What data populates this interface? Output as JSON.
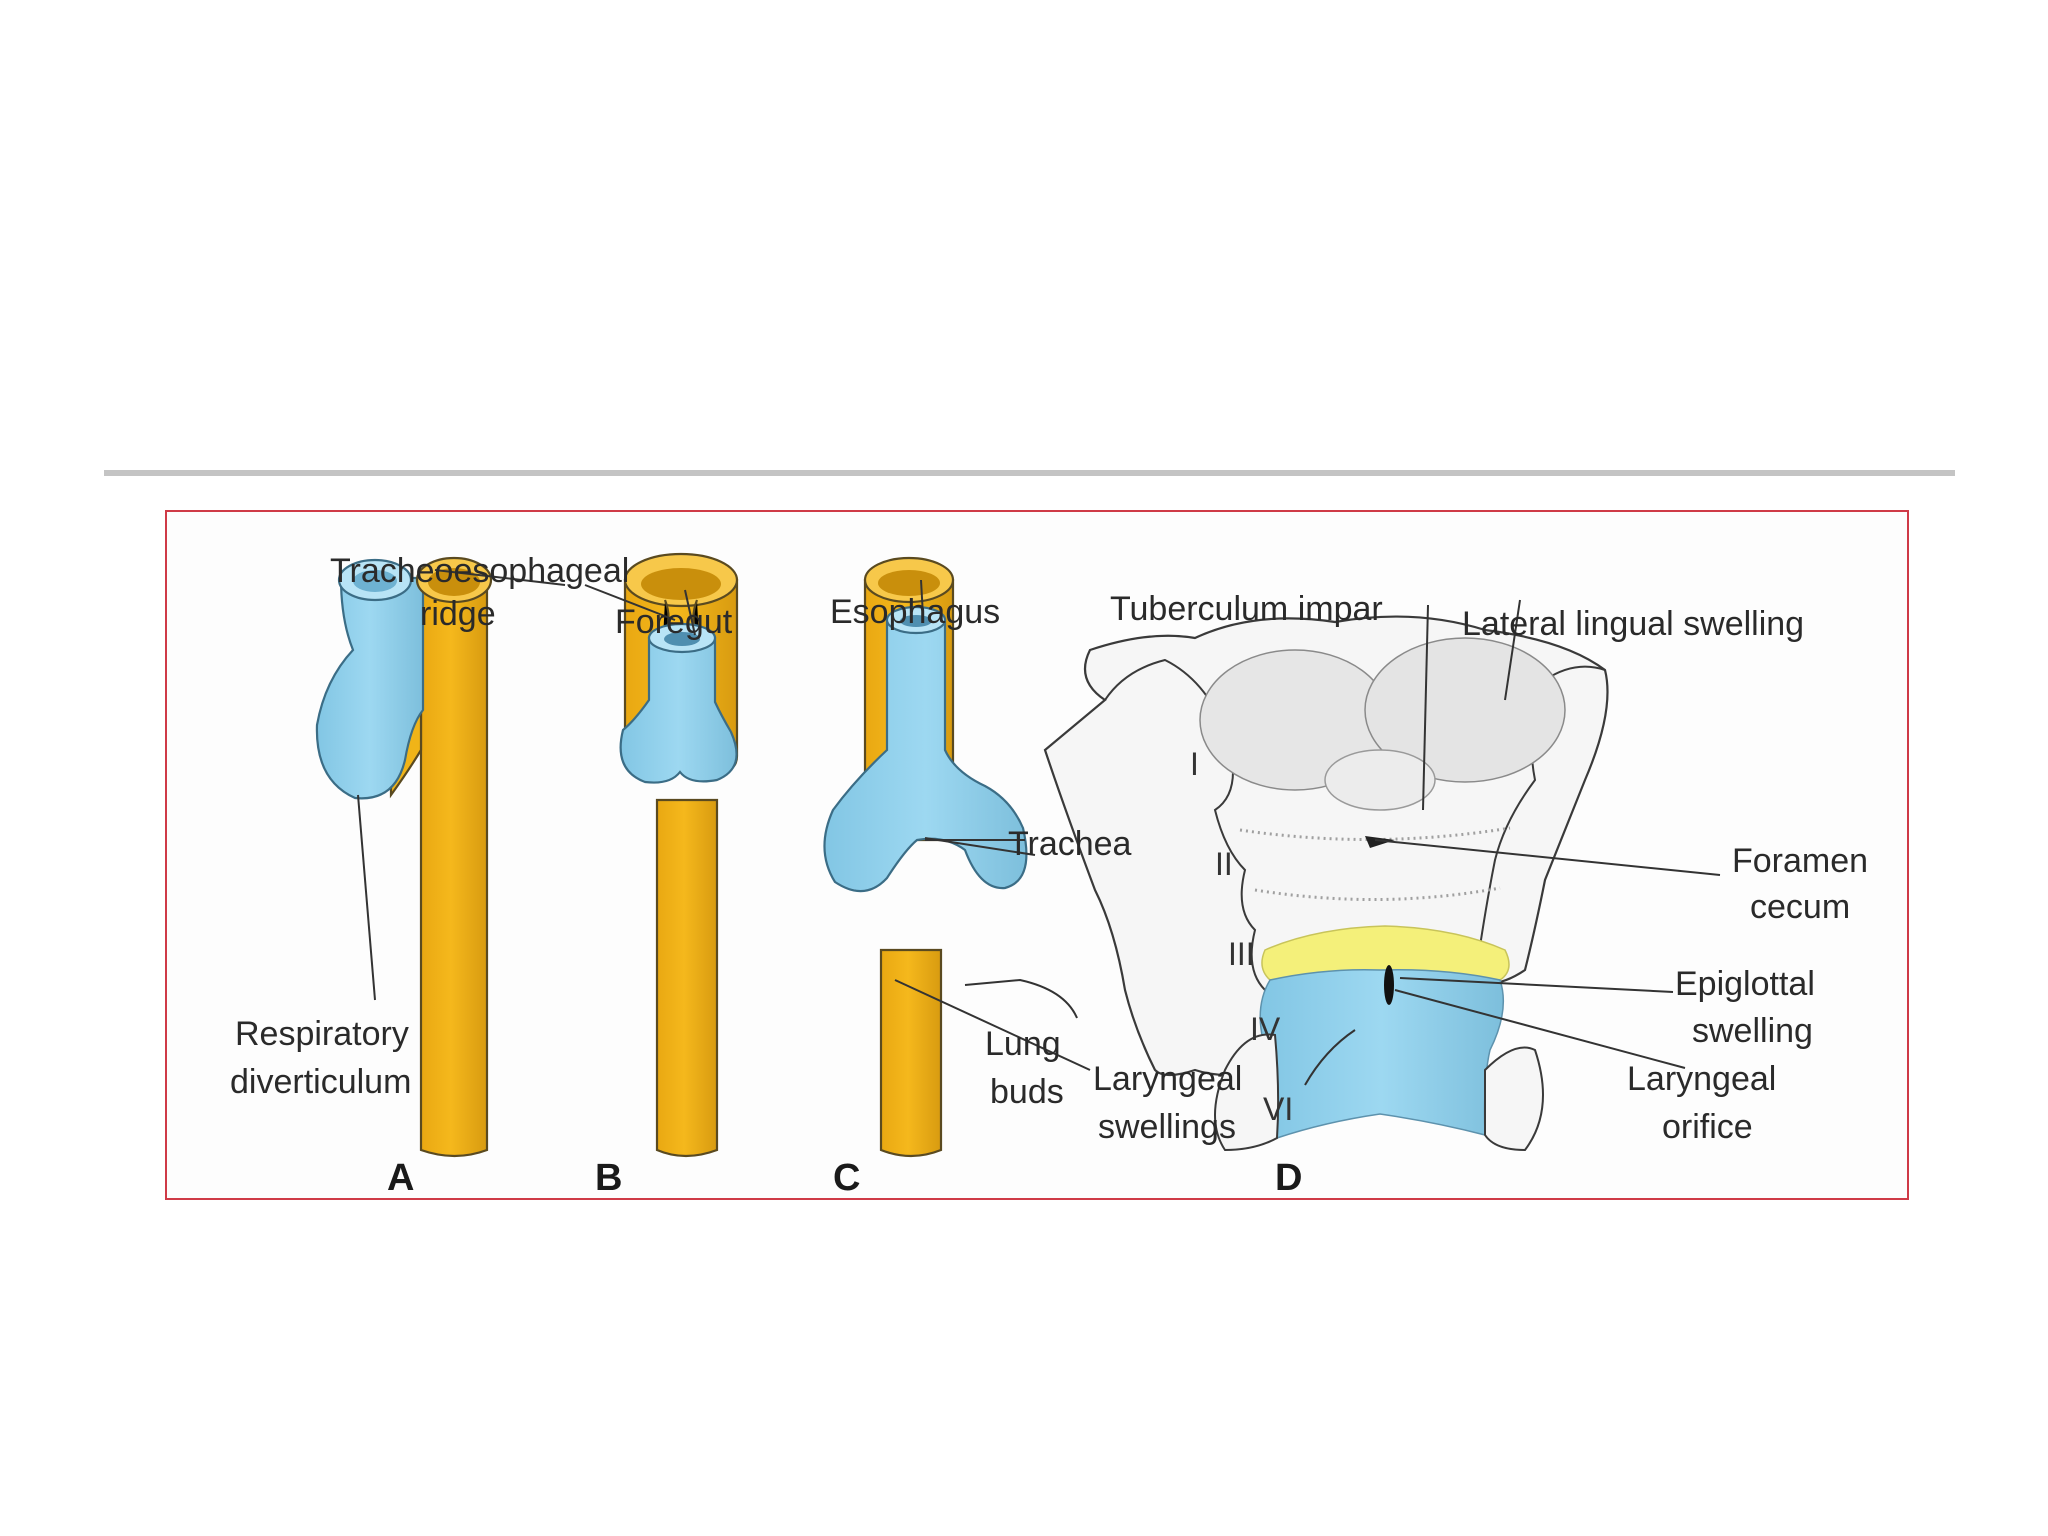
{
  "colors": {
    "foregut_gold": "#f5b81c",
    "respiratory_blue": "#8fd0ec",
    "epiglottal_yellow": "#f4f07a",
    "frame_red": "#cf3a47",
    "rule_gray": "#c4c4c4"
  },
  "panels": {
    "a": "A",
    "b": "B",
    "c": "C",
    "d": "D"
  },
  "labels": {
    "tracheoesophageal_ridge_line1": "Tracheoesophageal",
    "tracheoesophageal_ridge_line2": "ridge",
    "foregut": "Foregut",
    "esophagus": "Esophagus",
    "respiratory_diverticulum_line1": "Respiratory",
    "respiratory_diverticulum_line2": "diverticulum",
    "trachea": "Trachea",
    "lung_buds_line1": "Lung",
    "lung_buds_line2": "buds",
    "tuberculum_impar": "Tuberculum impar",
    "lateral_lingual_swelling": "Lateral lingual swelling",
    "foramen_cecum_line1": "Foramen",
    "foramen_cecum_line2": "cecum",
    "epiglottal_swelling_line1": "Epiglottal",
    "epiglottal_swelling_line2": "swelling",
    "laryngeal_orifice_line1": "Laryngeal",
    "laryngeal_orifice_line2": "orifice",
    "laryngeal_swellings_line1": "Laryngeal",
    "laryngeal_swellings_line2": "swellings"
  },
  "arches": [
    "I",
    "II",
    "III",
    "IV",
    "VI"
  ]
}
